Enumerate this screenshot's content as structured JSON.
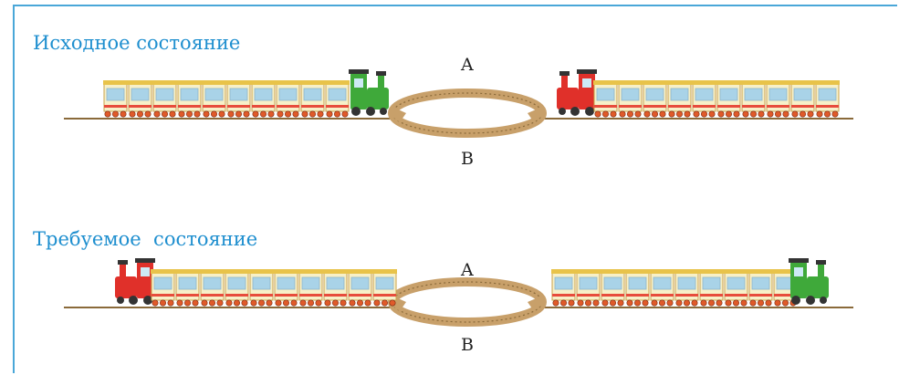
{
  "sections": [
    {
      "title": "Исходное состояние",
      "point_a": "A",
      "point_b": "B",
      "left_train": {
        "color": "green",
        "cars": 10
      },
      "right_train": {
        "color": "red",
        "cars": 10
      }
    },
    {
      "title": "Требуемое  состояние",
      "point_a": "A",
      "point_b": "B",
      "left_train": {
        "color": "red",
        "cars": 10
      },
      "right_train": {
        "color": "green",
        "cars": 10
      }
    }
  ],
  "colors": {
    "heading": "#1f8fcf",
    "frame": "#4aa7d8",
    "track": "#c8a06a",
    "green_engine": "#3fa93a",
    "red_engine": "#e0302a",
    "car_body": "#f7f0c8",
    "car_roof": "#e8c34a"
  }
}
